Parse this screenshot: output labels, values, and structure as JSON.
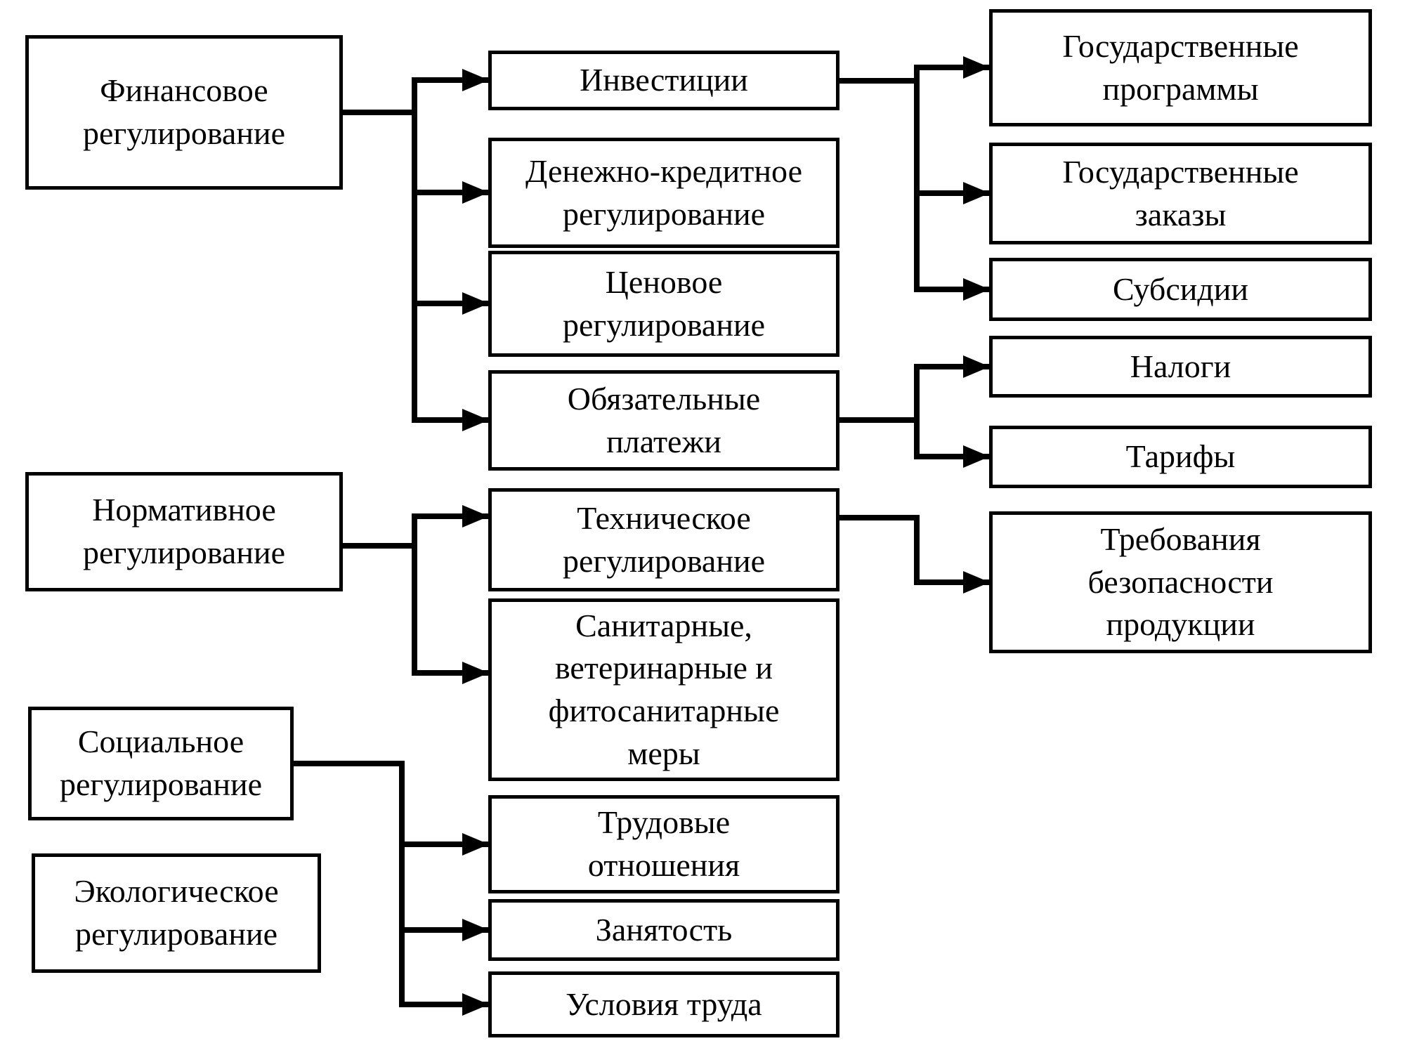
{
  "diagram": {
    "title": "",
    "colors": {
      "border": "#000000",
      "background": "#ffffff",
      "line": "#000000",
      "text": "#000000"
    },
    "nodes": {
      "financial": "Финансовое\nрегулирование",
      "investments": "Инвестиции",
      "monetary": "Денежно-кредитное\nрегулирование",
      "price": "Ценовое\nрегулирование",
      "mandatory": "Обязательные\nплатежи",
      "state_programs": "Государственные\nпрограммы",
      "state_orders": "Государственные\nзаказы",
      "subsidies": "Субсидии",
      "taxes": "Налоги",
      "tariffs": "Тарифы",
      "normative": "Нормативное\nрегулирование",
      "technical": "Техническое\nрегулирование",
      "sanitary": "Санитарные,\nветеринарные и\nфитосанитарные\nмеры",
      "safety_requirements": "Требования\nбезопасности\nпродукции",
      "social": "Социальное\nрегулирование",
      "labor_relations": "Трудовые\nотношения",
      "employment": "Занятость",
      "working_conditions": "Условия труда",
      "ecological": "Экологическое\nрегулирование"
    },
    "edges": [
      {
        "from": "financial",
        "to": "investments"
      },
      {
        "from": "financial",
        "to": "monetary"
      },
      {
        "from": "financial",
        "to": "price"
      },
      {
        "from": "financial",
        "to": "mandatory"
      },
      {
        "from": "investments",
        "to": "state_programs"
      },
      {
        "from": "investments",
        "to": "state_orders"
      },
      {
        "from": "investments",
        "to": "subsidies"
      },
      {
        "from": "mandatory",
        "to": "taxes"
      },
      {
        "from": "mandatory",
        "to": "tariffs"
      },
      {
        "from": "normative",
        "to": "technical"
      },
      {
        "from": "normative",
        "to": "sanitary"
      },
      {
        "from": "technical",
        "to": "safety_requirements"
      },
      {
        "from": "social",
        "to": "labor_relations"
      },
      {
        "from": "social",
        "to": "employment"
      },
      {
        "from": "social",
        "to": "working_conditions"
      }
    ]
  }
}
